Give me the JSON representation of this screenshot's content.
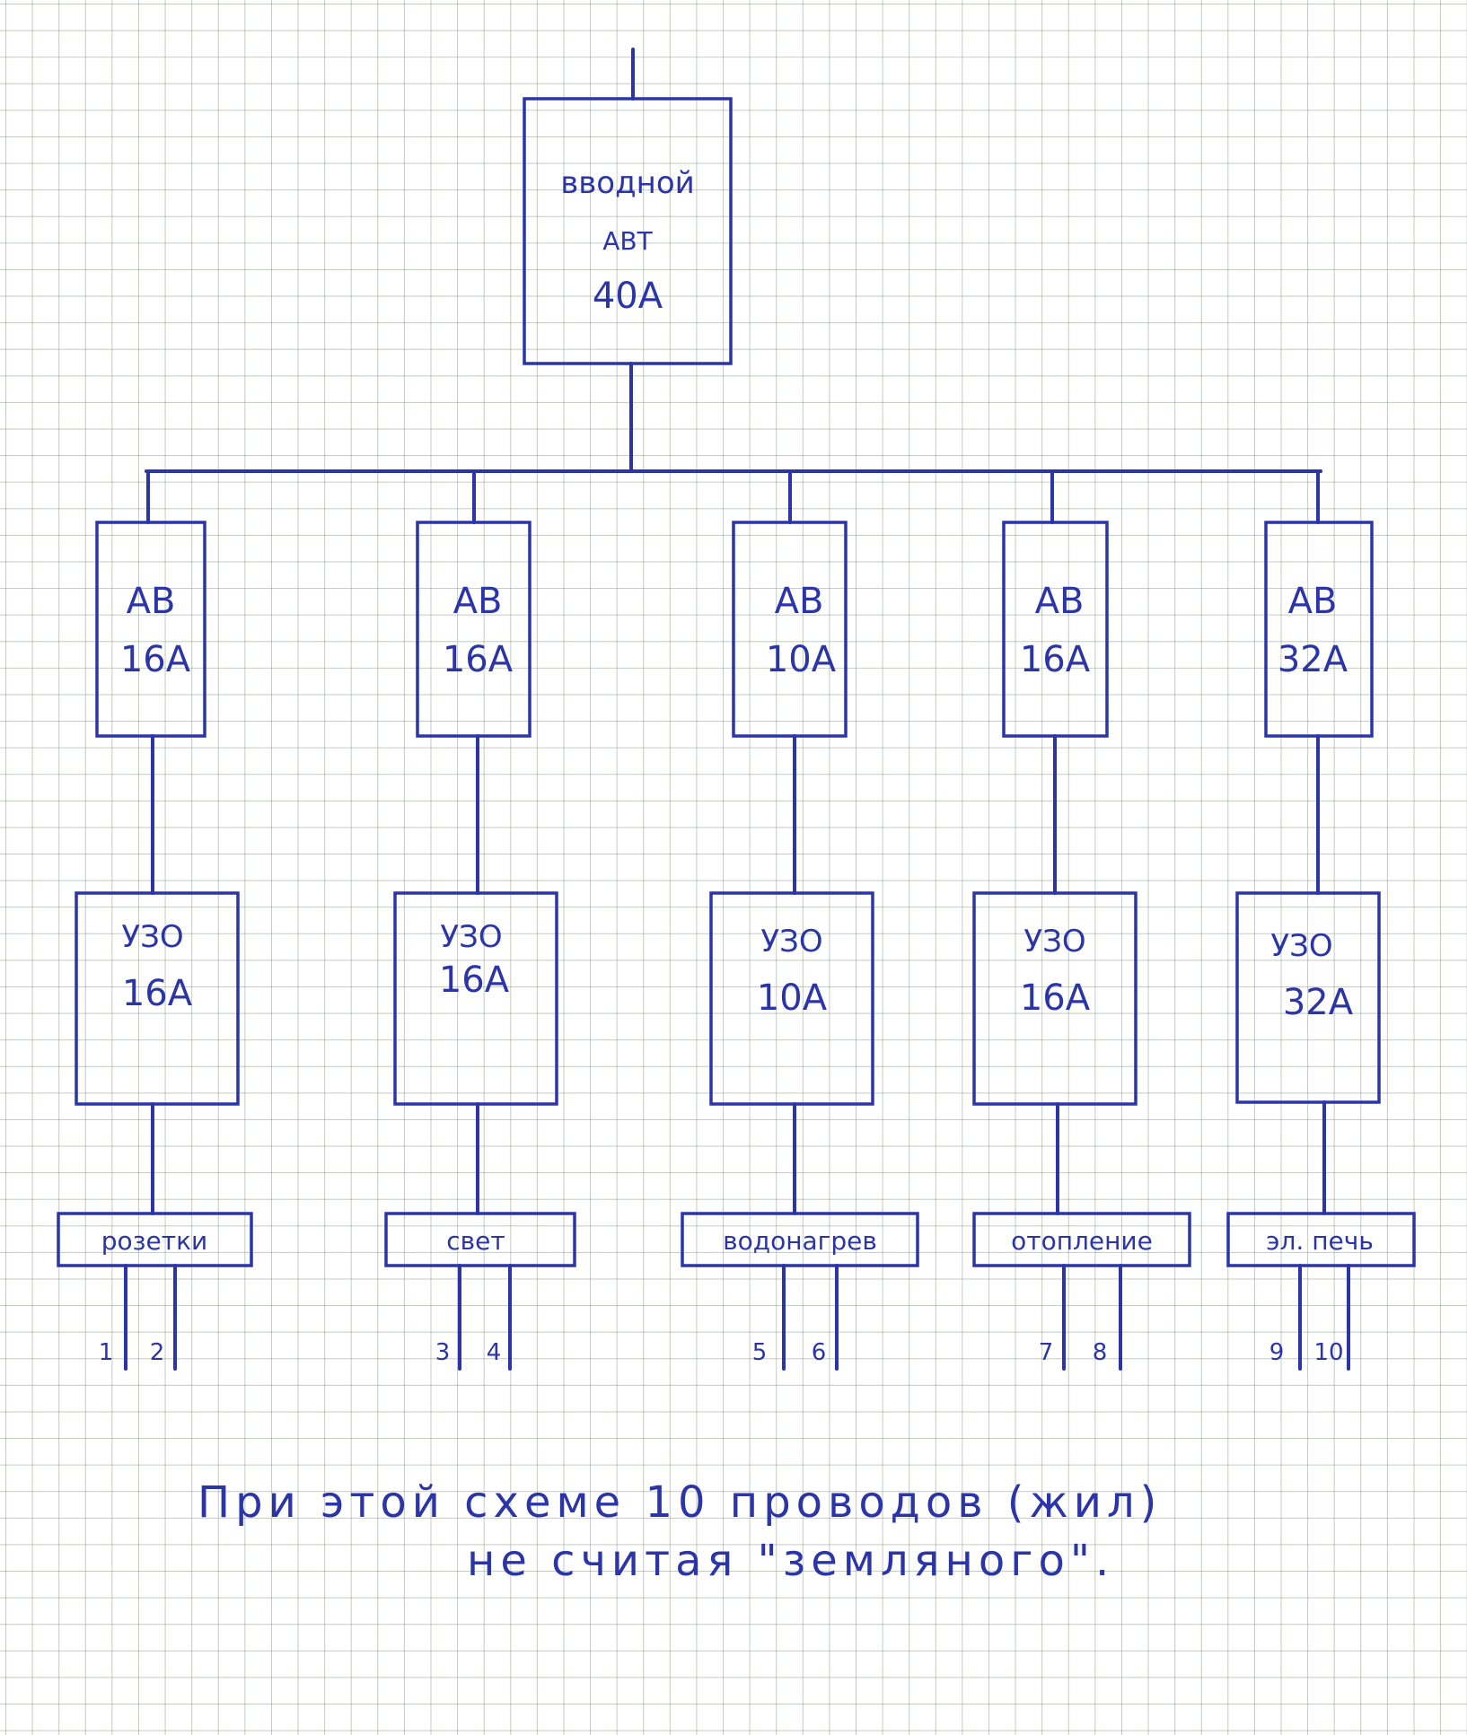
{
  "main": {
    "label_line1": "вводной",
    "label_line2": "АВТ",
    "rating": "40А"
  },
  "groups": [
    {
      "breaker_label": "АВ",
      "breaker_rating": "16А",
      "rcd_label": "УЗО",
      "rcd_rating": "16А",
      "load": "розетки",
      "wires": [
        "1",
        "2"
      ]
    },
    {
      "breaker_label": "АВ",
      "breaker_rating": "16А",
      "rcd_label": "УЗО",
      "rcd_rating": "16А",
      "load": "свет",
      "wires": [
        "3",
        "4"
      ]
    },
    {
      "breaker_label": "АВ",
      "breaker_rating": "10А",
      "rcd_label": "УЗО",
      "rcd_rating": "10А",
      "load": "водонагрев",
      "wires": [
        "5",
        "6"
      ]
    },
    {
      "breaker_label": "АВ",
      "breaker_rating": "16А",
      "rcd_label": "УЗО",
      "rcd_rating": "16А",
      "load": "отопление",
      "wires": [
        "7",
        "8"
      ]
    },
    {
      "breaker_label": "АВ",
      "breaker_rating": "32А",
      "rcd_label": "УЗО",
      "rcd_rating": "32А",
      "load": "эл. печь",
      "wires": [
        "9",
        "10"
      ]
    }
  ],
  "note": {
    "line1": "При этой схеме 10 проводов (жил)",
    "line2": "не считая \"земляного\"."
  },
  "colors": {
    "ink": "#2b35a8",
    "grid": "#7f917f",
    "paper": "#ffffff"
  }
}
